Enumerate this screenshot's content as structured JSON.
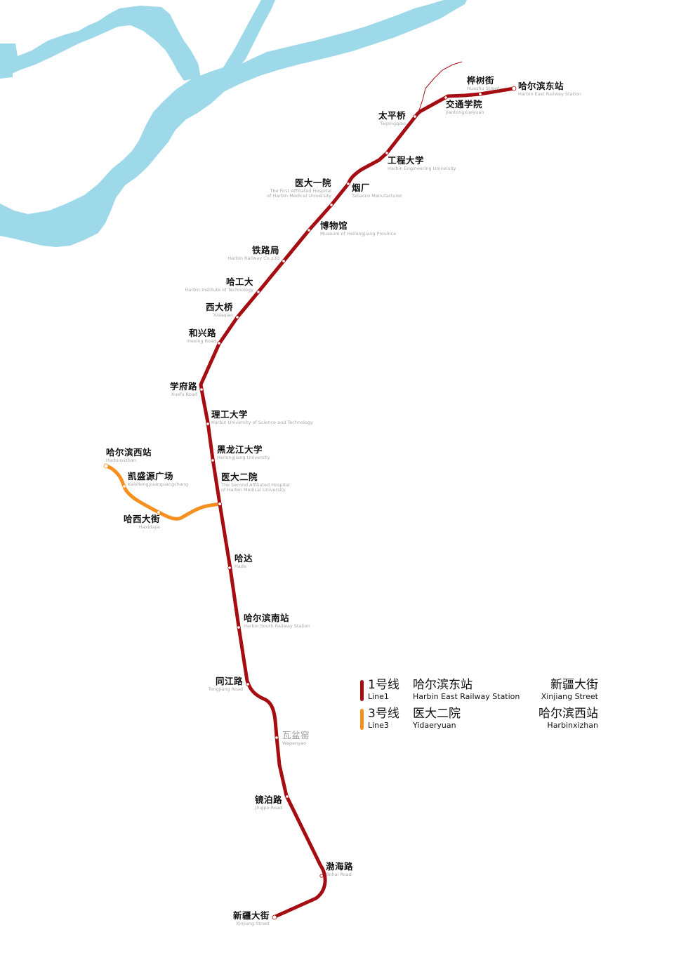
{
  "colors": {
    "water": "#9ed9ea",
    "line1": "#a50d12",
    "line3": "#f5901e",
    "station_dot": "#ffffff"
  },
  "legend": [
    {
      "line_zh": "1号线",
      "line_en": "Line1",
      "color": "#a50d12",
      "from_zh": "哈尔滨东站",
      "from_en": "Harbin East Railway Station",
      "to_zh": "新疆大街",
      "to_en": "Xinjiang Street"
    },
    {
      "line_zh": "3号线",
      "line_en": "Line3",
      "color": "#f5901e",
      "from_zh": "医大二院",
      "from_en": "Yidaeryuan",
      "to_zh": "哈尔滨西站",
      "to_en": "Harbinxizhan"
    }
  ],
  "line1": {
    "stations": [
      {
        "zh": "哈尔滨东站",
        "en": "Harbin East Railway Station"
      },
      {
        "zh": "桦树街",
        "en": "Huashu Street"
      },
      {
        "zh": "交通学院",
        "en": "Jiaotongxueyuan"
      },
      {
        "zh": "太平桥",
        "en": "Taipingqiao"
      },
      {
        "zh": "工程大学",
        "en": "Harbin Engineering University"
      },
      {
        "zh": "烟厂",
        "en": "Tabacco Manufacturer"
      },
      {
        "zh": "医大一院",
        "en": "The First Affiliated Hospital of Harbin Medical University",
        "en1": "The First Affiliated Hospital",
        "en2": "of Harbin Medical University"
      },
      {
        "zh": "博物馆",
        "en": "Museum of Heilongjiang Province"
      },
      {
        "zh": "铁路局",
        "en": "Harbin Railway Co.,Ltd"
      },
      {
        "zh": "哈工大",
        "en": "Harbin Institute of Technology"
      },
      {
        "zh": "西大桥",
        "en": "Xidaqiao"
      },
      {
        "zh": "和兴路",
        "en": "Hexing Road"
      },
      {
        "zh": "学府路",
        "en": "Xuefu Road"
      },
      {
        "zh": "理工大学",
        "en": "Harbin University of Science and Technology"
      },
      {
        "zh": "黑龙江大学",
        "en": "Heilongjiang University"
      },
      {
        "zh": "医大二院",
        "en": "The Second Affiliated Hospital of Harbin Medical University",
        "en1": "The Second Affiliated Hospital",
        "en2": "of Harbin Medical University"
      },
      {
        "zh": "哈达",
        "en": "Hada"
      },
      {
        "zh": "哈尔滨南站",
        "en": "Harbin South Railway Station"
      },
      {
        "zh": "同江路",
        "en": "Tongjiang Road"
      },
      {
        "zh": "瓦盆窑",
        "en": "Wapenyao",
        "status": "not-open"
      },
      {
        "zh": "镜泊路",
        "en": "Jingpo Road"
      },
      {
        "zh": "渤海路",
        "en": "Bohai Road"
      },
      {
        "zh": "新疆大街",
        "en": "Xinjiang Street"
      }
    ]
  },
  "line3": {
    "stations": [
      {
        "zh": "哈尔滨西站",
        "en": "Harbinxizhan"
      },
      {
        "zh": "凯盛源广场",
        "en": "Kaishengyuanguangchang"
      },
      {
        "zh": "哈西大街",
        "en": "Haxidajie"
      },
      {
        "zh": "医大二院",
        "en": "Yidaeryuan"
      }
    ]
  }
}
